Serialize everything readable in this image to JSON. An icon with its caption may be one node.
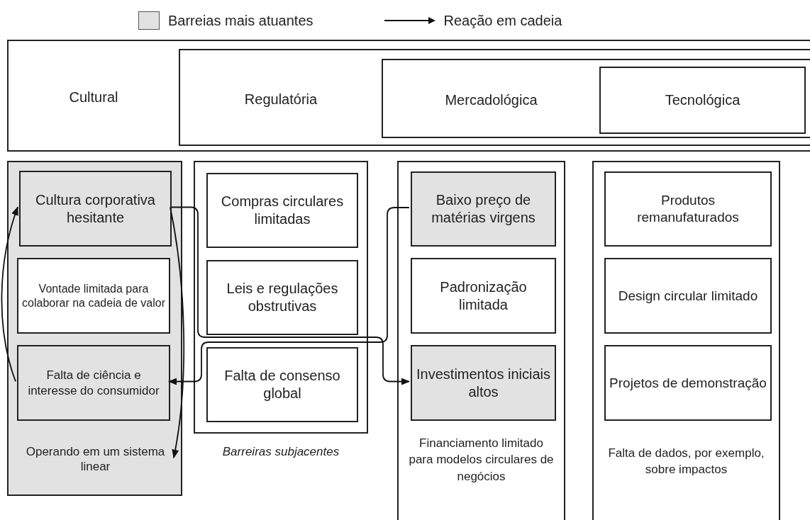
{
  "diagram": {
    "nodes": [
      {
        "text": [
          "Cultural"
        ]
      },
      {
        "text": [
          "Regulatória"
        ],
        "in": 0
      },
      {
        "text": [
          "Mercadológica"
        ],
        "in": 1
      },
      {
        "text": [
          "Tecnológica"
        ],
        "in": 2
      },
      {
        "text": [],
        "shape": "box"
      },
      {
        "text": [
          "Cultura corporativa hesitante"
        ],
        "in": 4
      },
      {
        "text": [
          "Vontade limitada para colaborar na cadeia de valor"
        ],
        "in": 4
      },
      {
        "text": [
          "Falta de ciência e interesse do consumidor"
        ],
        "in": 4
      },
      {
        "text": [
          "Operando em um sistema linear"
        ],
        "in": 4
      },
      {
        "text": [],
        "shape": "box"
      },
      {
        "text": [
          "Compras circulares limitadas"
        ],
        "in": 9
      },
      {
        "text": [
          "Leis e regulações obstrutivas"
        ],
        "in": 9
      },
      {
        "text": [
          "Falta de consenso global"
        ],
        "in": 9
      },
      {
        "text": [],
        "shape": "box"
      },
      {
        "text": [
          "Baixo preço de matérias virgens"
        ],
        "in": 13
      },
      {
        "text": [
          "Padronização limitada"
        ],
        "in": 13
      },
      {
        "text": [
          "Investimentos iniciais altos"
        ],
        "in": 13
      },
      {
        "text": [],
        "shape": "box"
      },
      {
        "text": [
          "Produtos remanufaturados"
        ],
        "in": 17
      },
      {
        "text": [
          "Design circular limitado"
        ],
        "in": 17
      },
      {
        "text": [
          "Projetos de demonstração"
        ],
        "in": 17
      }
    ],
    "edges": [
      {
        "from": 7,
        "to": 5,
        "arrow": "to"
      },
      {
        "from": 5,
        "to": 16,
        "arrow": "to"
      },
      {
        "from": 5,
        "to": 8,
        "arrow": "to"
      },
      {
        "from": 14,
        "to": 7,
        "arrow": "to"
      }
    ],
    "labels": [
      "Barreiras subjacentes",
      "Financiamento limitado para modelos circulares de negócios",
      "Falta de dados, por exemplo, sobre impactos"
    ],
    "legend": [
      {
        "text": "Barreias mais atuantes",
        "color": "#e2e2e2"
      },
      {
        "text": "Reação em cadeia"
      }
    ]
  }
}
